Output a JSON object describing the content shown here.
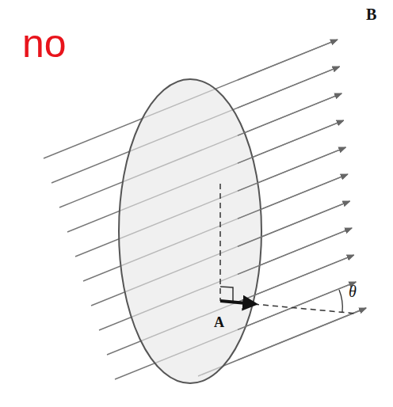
{
  "diagram": {
    "labels": [
      "no",
      "B",
      "A",
      "θ"
    ]
  }
}
